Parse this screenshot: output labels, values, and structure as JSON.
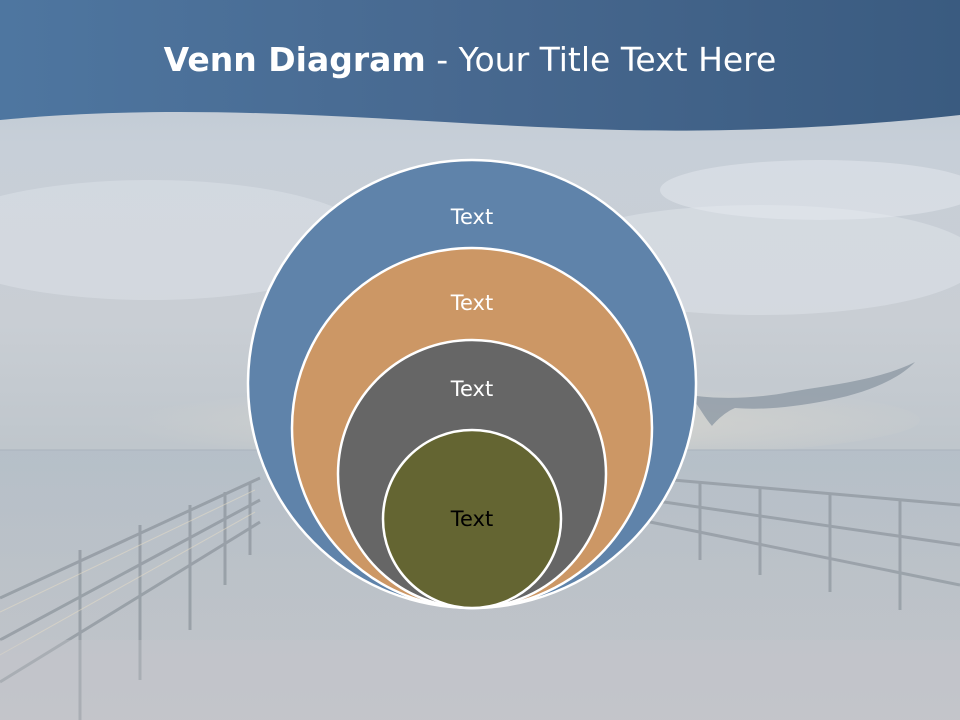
{
  "title": {
    "bold": "Venn Diagram",
    "rest": " - Your Title Text Here"
  },
  "diagram": {
    "circles": [
      {
        "label": "Text",
        "color": "#5f83aa",
        "label_color": "#ffffff"
      },
      {
        "label": "Text",
        "color": "#cc9765",
        "label_color": "#ffffff"
      },
      {
        "label": "Text",
        "color": "#666666",
        "label_color": "#ffffff"
      },
      {
        "label": "Text",
        "color": "#646532",
        "label_color": "#000000"
      }
    ],
    "outline_color": "#ffffff"
  },
  "colors": {
    "header": "#3d5f85",
    "background": "#c7cdd4"
  }
}
